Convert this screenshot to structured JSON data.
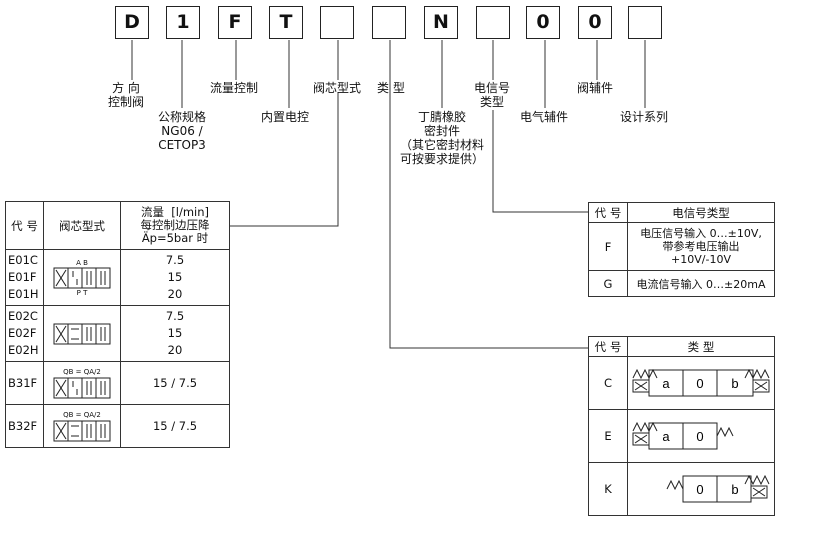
{
  "code_boxes": [
    "D",
    "1",
    "F",
    "T",
    "",
    "",
    "N",
    "",
    "0",
    "0",
    ""
  ],
  "labels": {
    "directional": "方 向\n控制阀",
    "nominal": "公称规格\nNG06 /\nCETOP3",
    "flow": "流量控制",
    "builtin": "内置电控",
    "spool": "阀芯型式",
    "type": "类 型",
    "nbr": "丁腈橡胶\n密封件\n（其它密封材料\n可按要求提供）",
    "signal": "电信号\n类型",
    "elec_acc": "电气辅件",
    "valve_acc": "阀辅件",
    "design": "设计系列"
  },
  "spool_table": {
    "headers": [
      "代 号",
      "阀芯型式",
      "流量  [l/min]\n每控制边压降\nÄp=5bar 时"
    ],
    "groups": [
      {
        "codes": [
          "E01C",
          "E01F",
          "E01H"
        ],
        "flows": [
          "7.5",
          "15",
          "20"
        ],
        "sym_top": "A  B",
        "sym_bottom": "P  T"
      },
      {
        "codes": [
          "E02C",
          "E02F",
          "E02H"
        ],
        "flows": [
          "7.5",
          "15",
          "20"
        ]
      },
      {
        "codes": [
          "B31F"
        ],
        "flows": [
          "15 / 7.5"
        ],
        "sym_top": "QB = QA/2"
      },
      {
        "codes": [
          "B32F"
        ],
        "flows": [
          "15 / 7.5"
        ],
        "sym_top": "QB = QA/2"
      }
    ]
  },
  "signal_table": {
    "headers": [
      "代 号",
      "电信号类型"
    ],
    "rows": [
      {
        "code": "F",
        "desc": "电压信号输入 0…±10V,\n带参考电压输出\n+10V/-10V"
      },
      {
        "code": "G",
        "desc": "电流信号输入 0…±20mA"
      }
    ]
  },
  "type_table": {
    "headers": [
      "代 号",
      "类 型"
    ],
    "rows": [
      {
        "code": "C",
        "blocks": [
          "a",
          "0",
          "b"
        ]
      },
      {
        "code": "E",
        "blocks": [
          "a",
          "0"
        ]
      },
      {
        "code": "K",
        "blocks": [
          "0",
          "b"
        ]
      }
    ]
  }
}
